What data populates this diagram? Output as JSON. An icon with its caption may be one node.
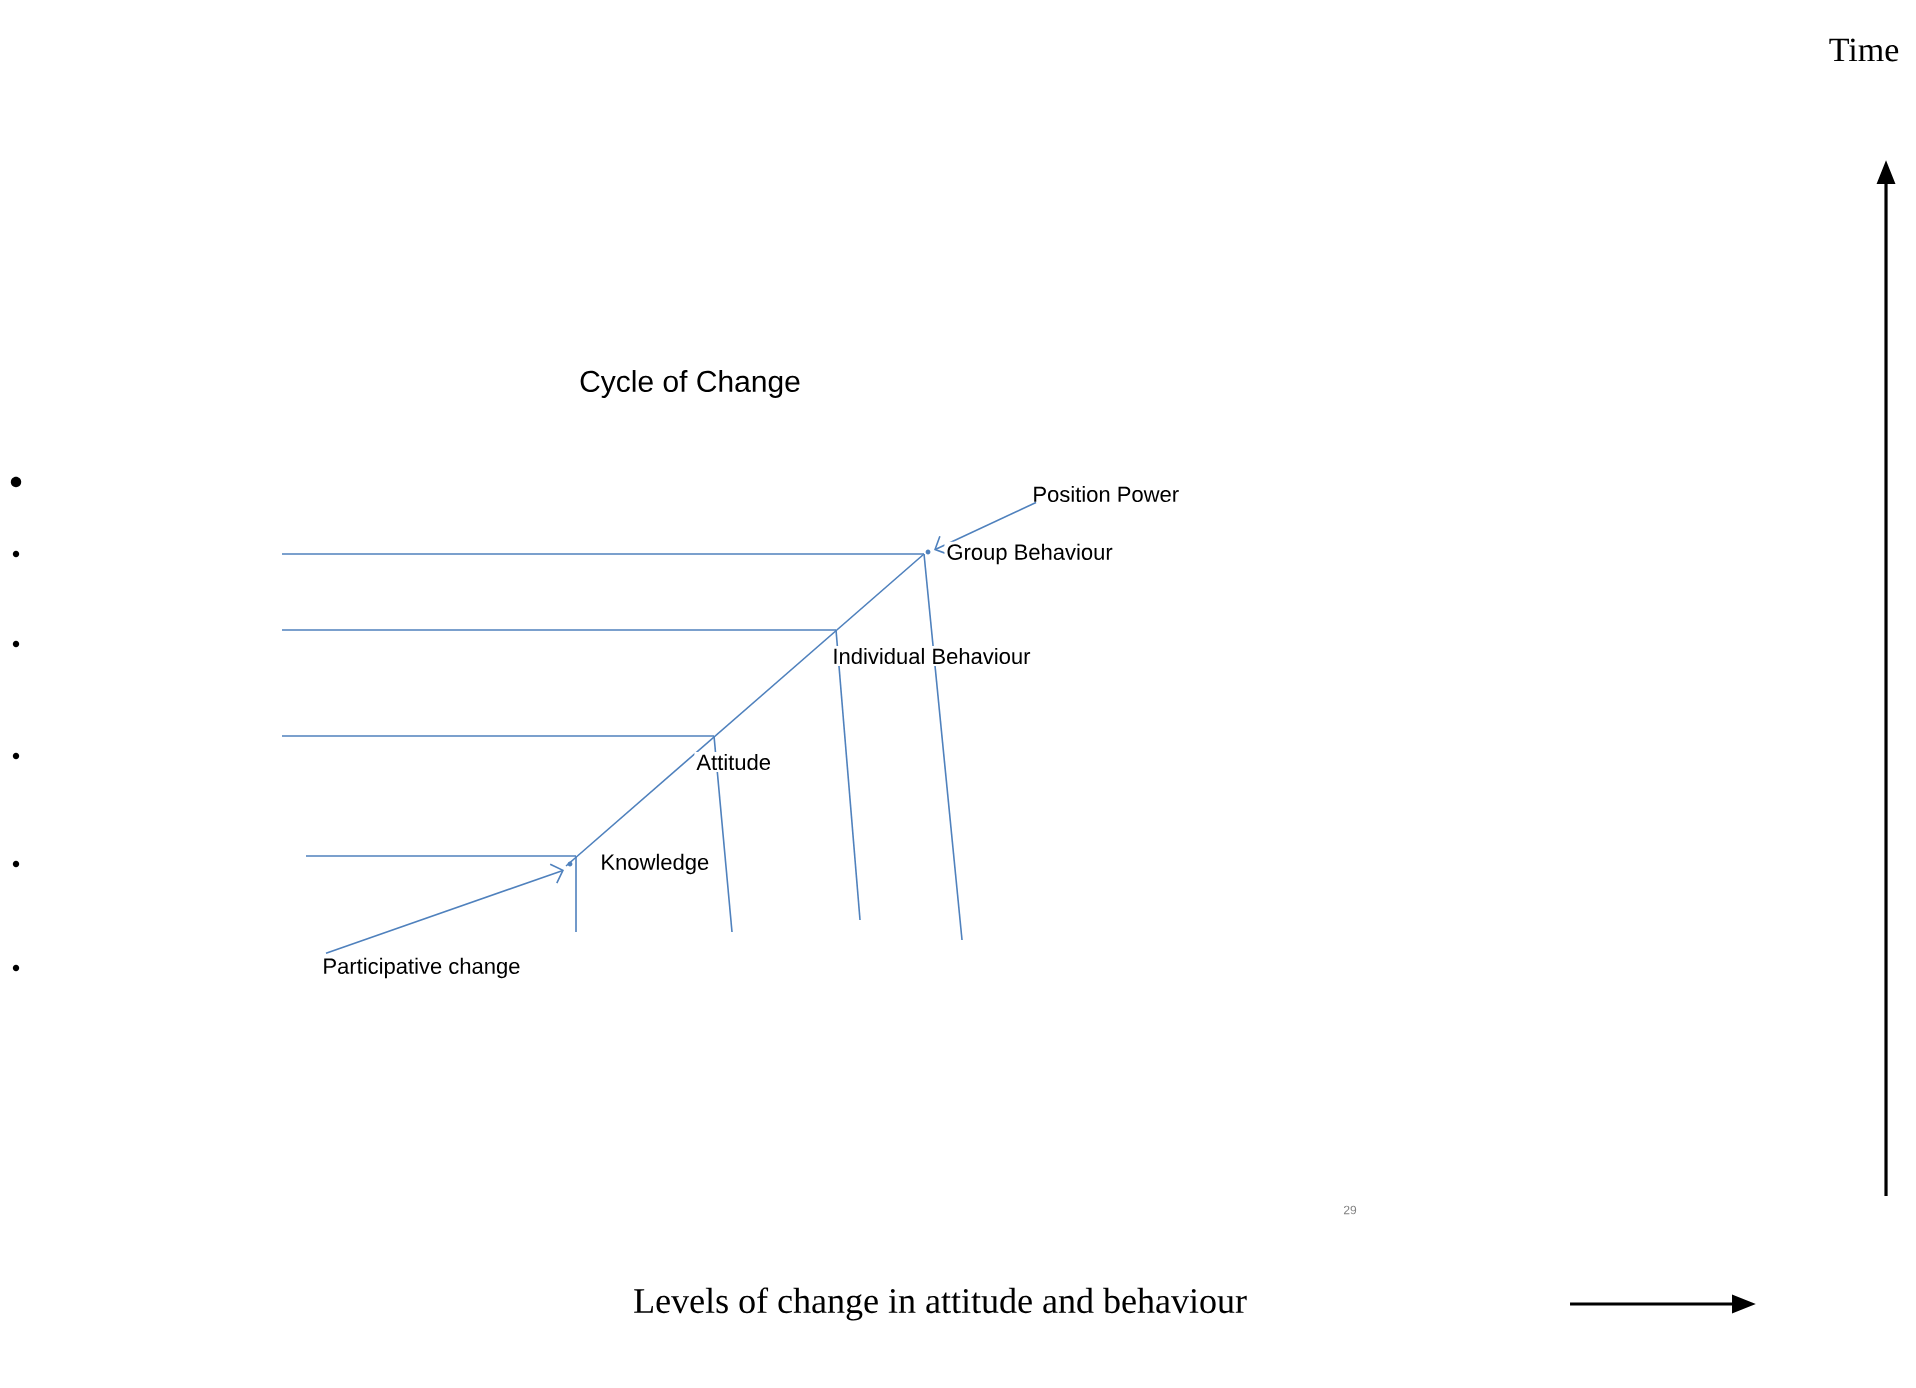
{
  "diagram": {
    "title": "Cycle of Change",
    "nodes": [
      {
        "text": [
          "Position Power"
        ]
      },
      {
        "text": [
          "Participative change"
        ]
      },
      {
        "text": [],
        "shape": "corner"
      },
      {
        "text": [],
        "shape": "corner"
      }
    ],
    "edges": [
      {
        "from": 0,
        "to": 2,
        "arrow": "to"
      },
      {
        "from": 1,
        "to": 3,
        "arrow": "to"
      }
    ],
    "labels": [
      "Time",
      "Group Behaviour",
      "Individual Behaviour",
      "Attitude",
      "Knowledge",
      "29",
      "Levels of change in attitude and behaviour"
    ]
  }
}
